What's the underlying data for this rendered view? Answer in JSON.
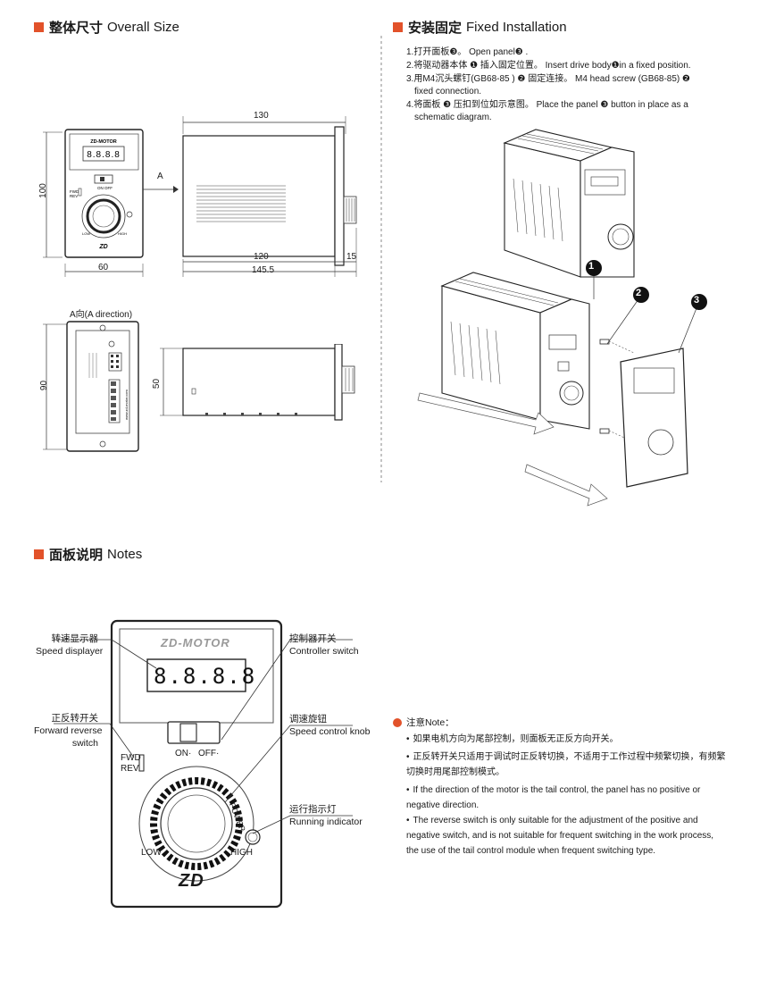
{
  "sections": {
    "overall": {
      "zh": "整体尺寸",
      "en": "Overall Size"
    },
    "install": {
      "zh": "安装固定",
      "en": "Fixed Installation"
    },
    "notes": {
      "zh": "面板说明",
      "en": "Notes"
    }
  },
  "install_steps": [
    "1.打开面板❸。  Open panel❸ .",
    "2.将驱动器本体 ❶ 插入固定位置。   Insert drive body❶in a fixed position.",
    "3.用M4沉头螺钉(GB68-85 ) ❷ 固定连接。    M4 head screw (GB68-85) ❷",
    "fixed connection.",
    "4.将面板 ❸ 压扣到位如示意图。   Place the panel ❸ button in place as a",
    "schematic diagram."
  ],
  "dimensions": {
    "d130": "130",
    "d100": "100",
    "d60": "60",
    "d120": "120",
    "d15": "15",
    "d145": "145.5",
    "d90": "90",
    "d50": "50",
    "arrow_a": "A",
    "a_direction": "A向(A direction)"
  },
  "device": {
    "brand_small": "ZD-MOTOR",
    "brand_large": "ZD-MOTOR",
    "display": "8.8.8.8",
    "on": "ON·",
    "off": "OFF·",
    "fwd": "FWD",
    "rev": "REV",
    "low": "LOW",
    "high": "HIGH",
    "power": "POWER",
    "logo": "ZD",
    "url": "www.zd-motor.com"
  },
  "callouts": [
    "❶",
    "❷",
    "❸"
  ],
  "panel_labels": {
    "speed_display": {
      "zh": "转速显示器",
      "en": "Speed displayer"
    },
    "fwd_rev_switch": {
      "zh": "正反转开关",
      "en": "Forward reverse",
      "en2": "switch"
    },
    "controller_switch": {
      "zh": "控制器开关",
      "en": "Controller switch"
    },
    "speed_knob": {
      "zh": "调速旋钮",
      "en": "Speed control knob"
    },
    "running_indicator": {
      "zh": "运行指示灯",
      "en": "Running indicator"
    }
  },
  "notes": {
    "title": "注意Note：",
    "items": [
      "如果电机方向为尾部控制，则面板无正反方向开关。",
      "正反转开关只适用于调试时正反转切换，不适用于工作过程中频繁切换，有频繁切换时用尾部控制模式。",
      "If the direction of the motor is the tail control, the panel has no positive or negative direction.",
      "The reverse switch is only suitable for the adjustment of the positive and negative switch,  and is not suitable for frequent switching in the work process,  the use of the tail control module when frequent switching type."
    ]
  },
  "colors": {
    "accent": "#e2522a",
    "line": "#333333"
  }
}
